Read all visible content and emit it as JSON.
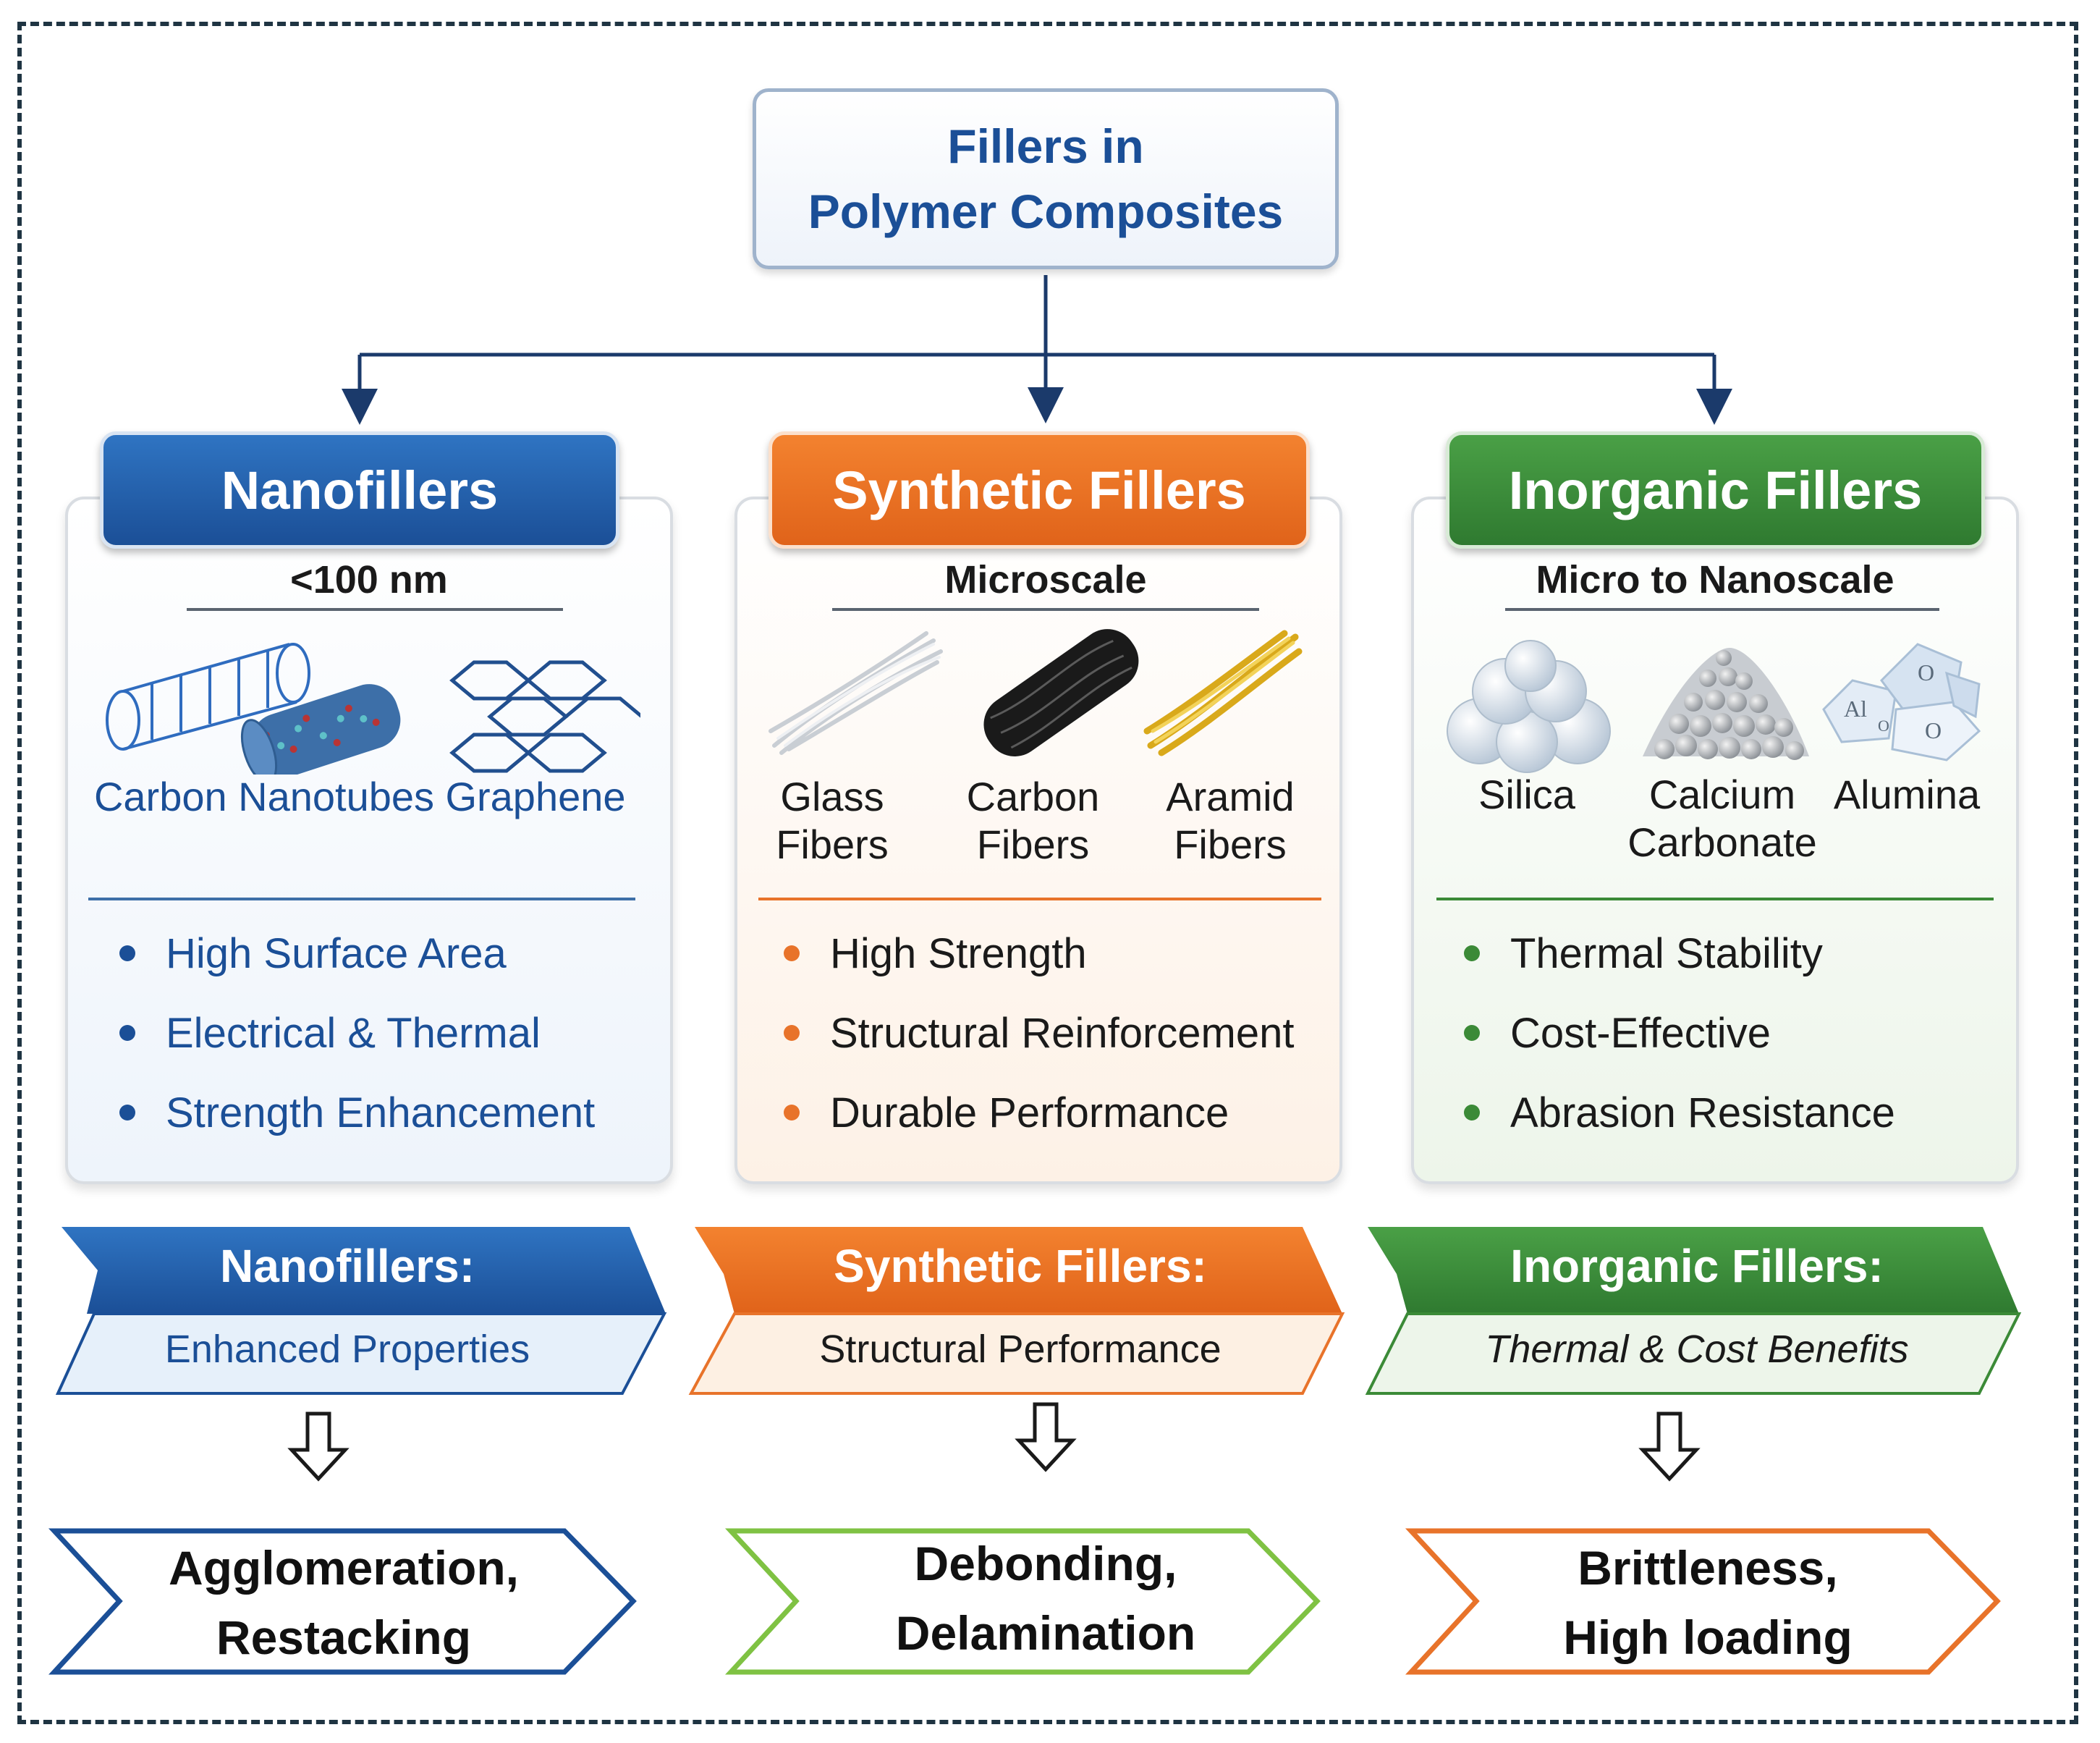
{
  "title": {
    "line1": "Fillers in",
    "line2": "Polymer Composites"
  },
  "columns": [
    {
      "key": "nano",
      "header": "Nanofillers",
      "scale": "<100 nm",
      "items": [
        {
          "label": "Carbon Nanotubes",
          "icon": "carbon-nanotubes-icon"
        },
        {
          "label": "Graphene",
          "icon": "graphene-icon"
        }
      ],
      "bullets": [
        "High Surface Area",
        "Electrical & Thermal",
        "Strength Enhancement"
      ],
      "banner_title": "Nanofillers:",
      "banner_sub": "Enhanced Properties",
      "outcome_line1": "Agglomeration,",
      "outcome_line2": "Restacking",
      "color": "#1b4f97"
    },
    {
      "key": "synthetic",
      "header": "Synthetic Fillers",
      "scale": "Microscale",
      "items": [
        {
          "label_line1": "Glass",
          "label_line2": "Fibers",
          "icon": "glass-fibers-icon"
        },
        {
          "label_line1": "Carbon",
          "label_line2": "Fibers",
          "icon": "carbon-fibers-icon"
        },
        {
          "label_line1": "Aramid",
          "label_line2": "Fibers",
          "icon": "aramid-fibers-icon"
        }
      ],
      "bullets": [
        "High Strength",
        "Structural Reinforcement",
        "Durable Performance"
      ],
      "banner_title": "Synthetic Fillers:",
      "banner_sub": "Structural Performance",
      "outcome_line1": "Debonding,",
      "outcome_line2": "Delamination",
      "color": "#e8732a"
    },
    {
      "key": "inorganic",
      "header": "Inorganic Fillers",
      "scale": "Micro to Nanoscale",
      "items": [
        {
          "label_line1": "Silica",
          "label_line2": "",
          "icon": "silica-icon"
        },
        {
          "label_line1": "Calcium",
          "label_line2": "Carbonate",
          "icon": "calcium-carbonate-icon"
        },
        {
          "label_line1": "Alumina",
          "label_line2": "",
          "icon": "alumina-icon"
        }
      ],
      "alumina_glyphs": [
        "Al",
        "O",
        "O",
        "O"
      ],
      "bullets": [
        "Thermal Stability",
        "Cost-Effective",
        "Abrasion Resistance"
      ],
      "banner_title": "Inorganic Fillers:",
      "banner_sub": "Thermal & Cost Benefits",
      "outcome_line1": "Brittleness,",
      "outcome_line2": "High loading",
      "color": "#3b8a37"
    }
  ],
  "outcome_border_colors": [
    "#1b4f97",
    "#7fc243",
    "#e8732a"
  ]
}
